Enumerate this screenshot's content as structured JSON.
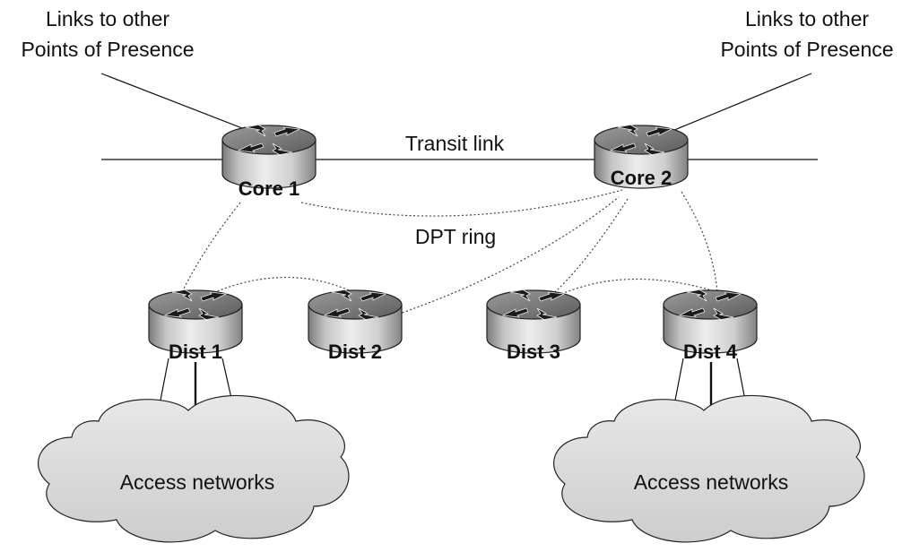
{
  "labels": {
    "top_left_line1": "Links to other",
    "top_left_line2": "Points of Presence",
    "top_right_line1": "Links to other",
    "top_right_line2": "Points of Presence",
    "transit_link": "Transit link",
    "dpt_ring": "DPT ring"
  },
  "routers": {
    "core1": "Core 1",
    "core2": "Core 2",
    "dist1": "Dist 1",
    "dist2": "Dist 2",
    "dist3": "Dist 3",
    "dist4": "Dist 4"
  },
  "clouds": {
    "left": "Access networks",
    "right": "Access networks"
  }
}
